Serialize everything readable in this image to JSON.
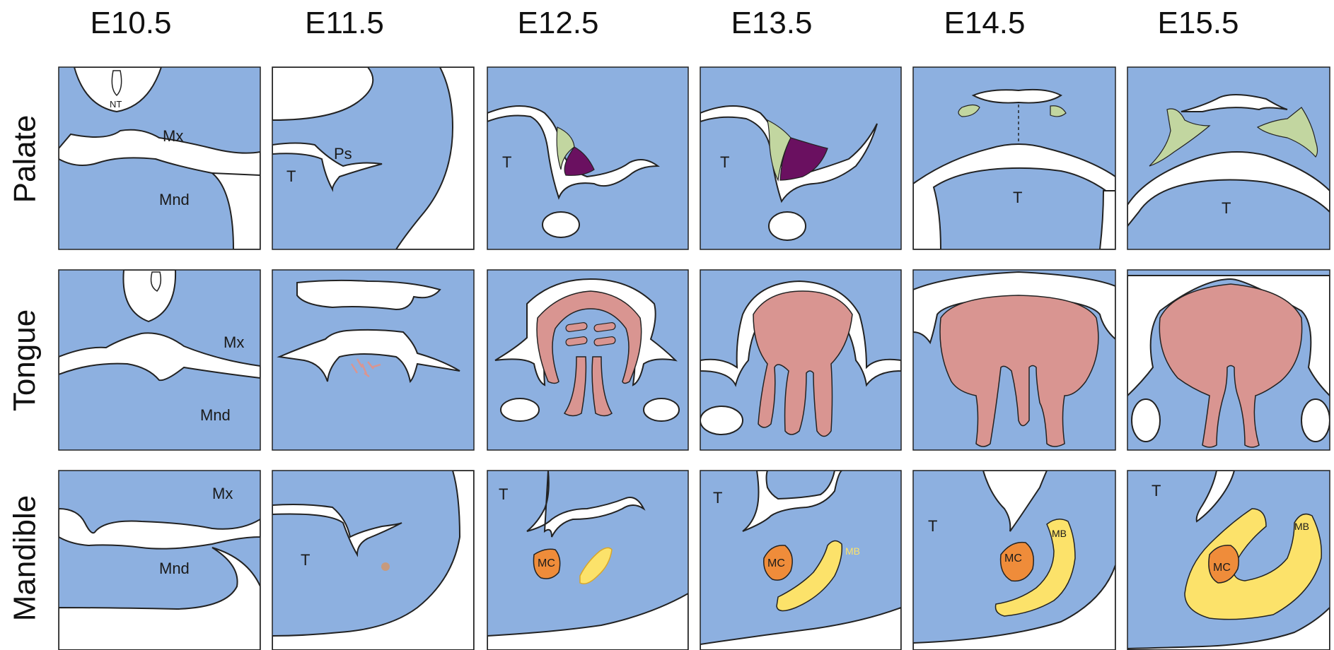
{
  "stages": [
    "E10.5",
    "E11.5",
    "E12.5",
    "E13.5",
    "E14.5",
    "E15.5"
  ],
  "rows": [
    "Palate",
    "Tongue",
    "Mandible"
  ],
  "labels": {
    "nt": "NT",
    "mx": "Mx",
    "mnd": "Mnd",
    "t": "T",
    "ps": "Ps",
    "mc": "MC",
    "mb": "MB"
  },
  "colors": {
    "tissue": "#8db0e0",
    "tongue_muscle": "#d99591",
    "palate_anterior": "#c2d6a0",
    "palate_posterior": "#6a1060",
    "meckel_cartilage": "#ef8c3a",
    "mandibular_bone": "#fce26a"
  }
}
